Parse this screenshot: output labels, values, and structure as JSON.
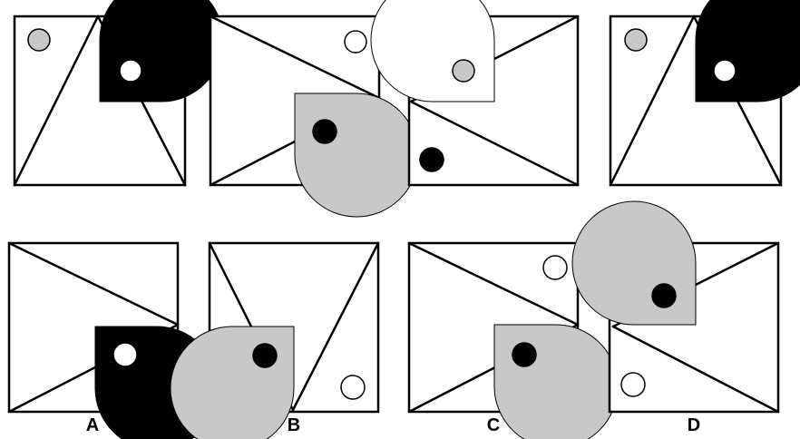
{
  "title": "",
  "colors": {
    "black": "#000000",
    "grey": "#c8c8c8",
    "white": "#ffffff",
    "stroke": "#000000"
  },
  "options": [
    {
      "letter": "A"
    },
    {
      "letter": "B"
    },
    {
      "letter": "C"
    },
    {
      "letter": "D"
    }
  ],
  "cells": [
    {
      "id": "top-1",
      "row": "top",
      "pacman_fill": "black",
      "line_shape": "triangle-apex-top",
      "circles": [
        "grey",
        "white"
      ]
    },
    {
      "id": "top-2",
      "row": "top",
      "pacman_fill": "grey",
      "line_shape": "triangle-apex-right",
      "circles": [
        "white",
        "black"
      ]
    },
    {
      "id": "top-3",
      "row": "top",
      "pacman_fill": "white",
      "line_shape": "triangle-apex-left",
      "circles": [
        "grey",
        "black"
      ]
    },
    {
      "id": "top-4",
      "row": "top",
      "pacman_fill": "black",
      "line_shape": "triangle-apex-top",
      "circles": [
        "grey",
        "white"
      ]
    },
    {
      "id": "option-a",
      "row": "options",
      "pacman_fill": "black",
      "line_shape": "triangle-apex-right",
      "circles": [
        "white"
      ]
    },
    {
      "id": "option-b",
      "row": "options",
      "pacman_fill": "grey",
      "line_shape": "triangle-apex-bottom",
      "circles": [
        "black",
        "white"
      ]
    },
    {
      "id": "option-c",
      "row": "options",
      "pacman_fill": "grey",
      "line_shape": "triangle-apex-right",
      "circles": [
        "white",
        "black"
      ]
    },
    {
      "id": "option-d",
      "row": "options",
      "pacman_fill": "grey",
      "line_shape": "triangle-apex-left",
      "circles": [
        "black",
        "white"
      ]
    }
  ]
}
